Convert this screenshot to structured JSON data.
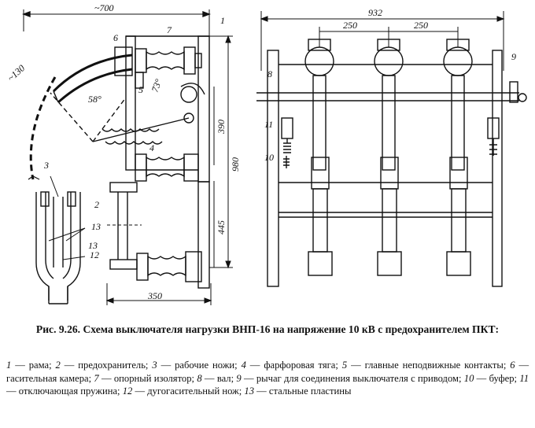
{
  "dimensions": {
    "left_width": "~700",
    "arc": "~130",
    "angle_open": "58°",
    "angle_small": "73°",
    "height_390": "390",
    "height_980": "980",
    "height_445": "445",
    "bottom_350": "350",
    "total_932": "932",
    "pitch_1": "250",
    "pitch_2": "250"
  },
  "callouts": [
    "1",
    "2",
    "3",
    "4",
    "5",
    "6",
    "7",
    "8",
    "9",
    "10",
    "11",
    "12",
    "13",
    "13"
  ],
  "caption": "Рис. 9.26. Схема выключателя нагрузки ВНП-16 на напряжение 10 кВ с предохранителем ПКТ:",
  "legend": [
    {
      "num": "1",
      "text": "рама;"
    },
    {
      "num": "2",
      "text": "предохранитель;"
    },
    {
      "num": "3",
      "text": "рабочие ножи;"
    },
    {
      "num": "4",
      "text": "фарфоровая тяга;"
    },
    {
      "num": "5",
      "text": "главные неподвижные контакты;"
    },
    {
      "num": "6",
      "text": "гасительная камера;"
    },
    {
      "num": "7",
      "text": "опорный изолятор;"
    },
    {
      "num": "8",
      "text": "вал;"
    },
    {
      "num": "9",
      "text": "рычаг для соединения выключателя с приводом;"
    },
    {
      "num": "10",
      "text": "буфер;"
    },
    {
      "num": "11",
      "text": "отключающая пружина;"
    },
    {
      "num": "12",
      "text": "дугогасительный нож;"
    },
    {
      "num": "13",
      "text": "стальные пластины"
    }
  ]
}
